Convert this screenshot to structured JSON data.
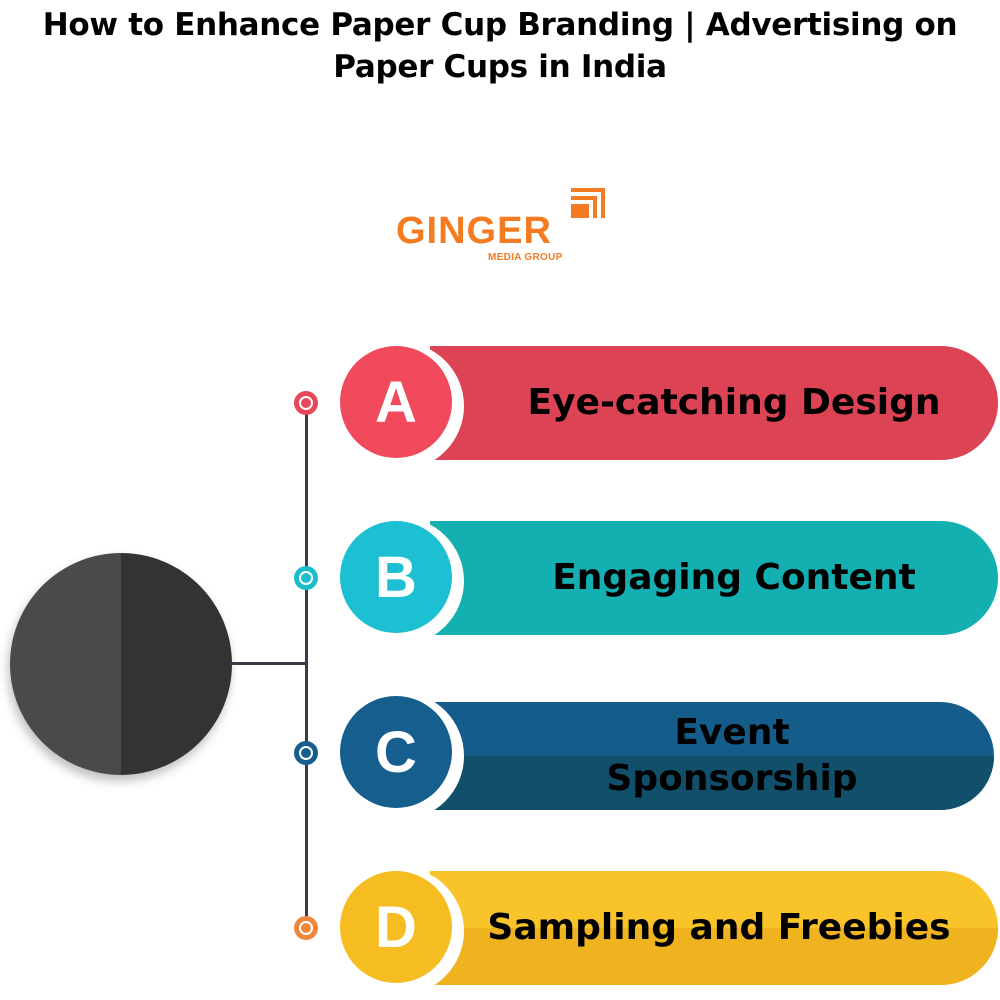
{
  "title": {
    "line1": "How to Enhance  Paper Cup Branding | Advertising on",
    "line2": "Paper Cups in India"
  },
  "logo": {
    "wordmark": "GINGER",
    "subtitle": "MEDIA GROUP",
    "icon": "stacked-corner-brackets-icon",
    "color": "#f47b20"
  },
  "hub": {
    "left_color": "#4a4a4a",
    "right_color": "#333333"
  },
  "connector_color": "#3a3b48",
  "items": [
    {
      "letter": "A",
      "label": "Eye-catching Design",
      "circle_color": "#f04a5c",
      "bar_color": "#dc4456",
      "bar_shade": "#dc4456",
      "dot_color": "#e8475a"
    },
    {
      "letter": "B",
      "label": "Engaging Content",
      "circle_color": "#1cc0d2",
      "bar_color": "#14afb0",
      "bar_shade": "#14afb0",
      "dot_color": "#1bbccc"
    },
    {
      "letter": "C",
      "label": "Event Sponsorship",
      "circle_color": "#155e8e",
      "bar_color": "#145d8b",
      "bar_shade": "#124f6b",
      "dot_color": "#155e8e"
    },
    {
      "letter": "D",
      "label": "Sampling and Freebies",
      "circle_color": "#f6bd22",
      "bar_color": "#f8c42a",
      "bar_shade": "#f0b320",
      "dot_color": "#f0883a"
    }
  ]
}
